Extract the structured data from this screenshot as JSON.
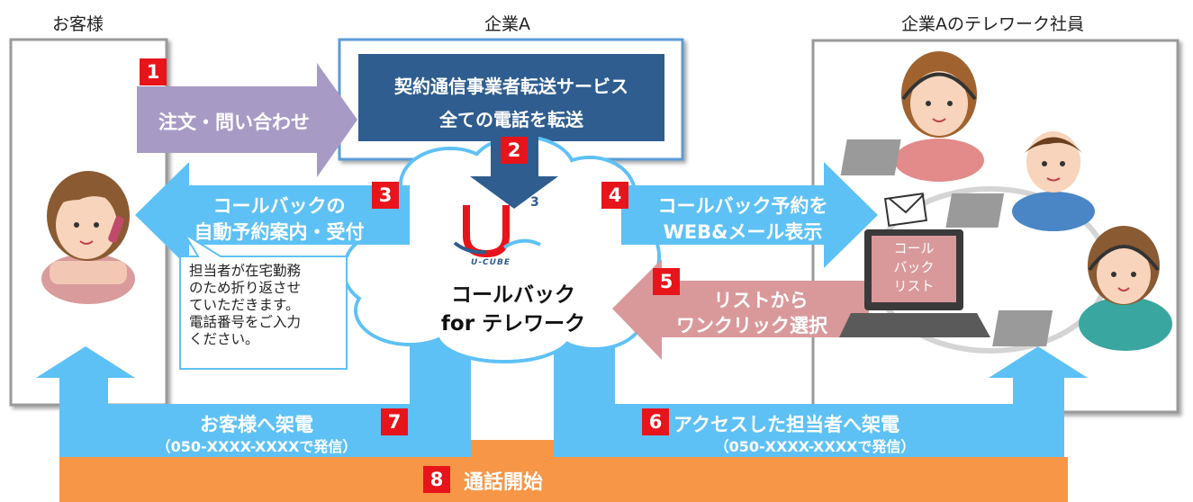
{
  "headers": {
    "customer": "お客様",
    "company": "企業A",
    "employees": "企業Aのテレワーク社員"
  },
  "steps": {
    "s1": {
      "num": "1",
      "label": "注文・問い合わせ"
    },
    "s2": {
      "num": "2"
    },
    "s3": {
      "num": "3",
      "line1": "コールバックの",
      "line2": "自動予約案内・受付"
    },
    "s4": {
      "num": "4",
      "line1": "コールバック予約を",
      "line2": "WEB&メール表示"
    },
    "s5": {
      "num": "5",
      "line1": "リストから",
      "line2": "ワンクリック選択"
    },
    "s6": {
      "num": "6",
      "line1": "アクセスした担当者へ架電",
      "line2": "（050-XXXX-XXXXで発信）"
    },
    "s7": {
      "num": "7",
      "line1": "お客様へ架電",
      "line2": "（050-XXXX-XXXXで発信）"
    },
    "s8": {
      "num": "8",
      "label": "通話開始"
    }
  },
  "carrier_box": {
    "line1": "契約通信事業者転送サービス",
    "line2": "全ての電話を転送"
  },
  "cloud": {
    "logo_text": "U-CUBE",
    "logo_sup": "3",
    "line1": "コールバック",
    "line2": "for テレワーク"
  },
  "speech_bubble": {
    "line1": "担当者が在宅勤務",
    "line2": "のため折り返させ",
    "line3": "ていただきます。",
    "line4": "電話番号をご入力",
    "line5": "ください。"
  },
  "laptop_screen": {
    "line1": "コール",
    "line2": "バック",
    "line3": "リスト"
  },
  "colors": {
    "lavender": "#a79bc6",
    "sky": "#5ec1f5",
    "pink": "#d9999b",
    "navy": "#2f5d8f",
    "orange": "#f79646",
    "red_badge": "#e8141b"
  }
}
